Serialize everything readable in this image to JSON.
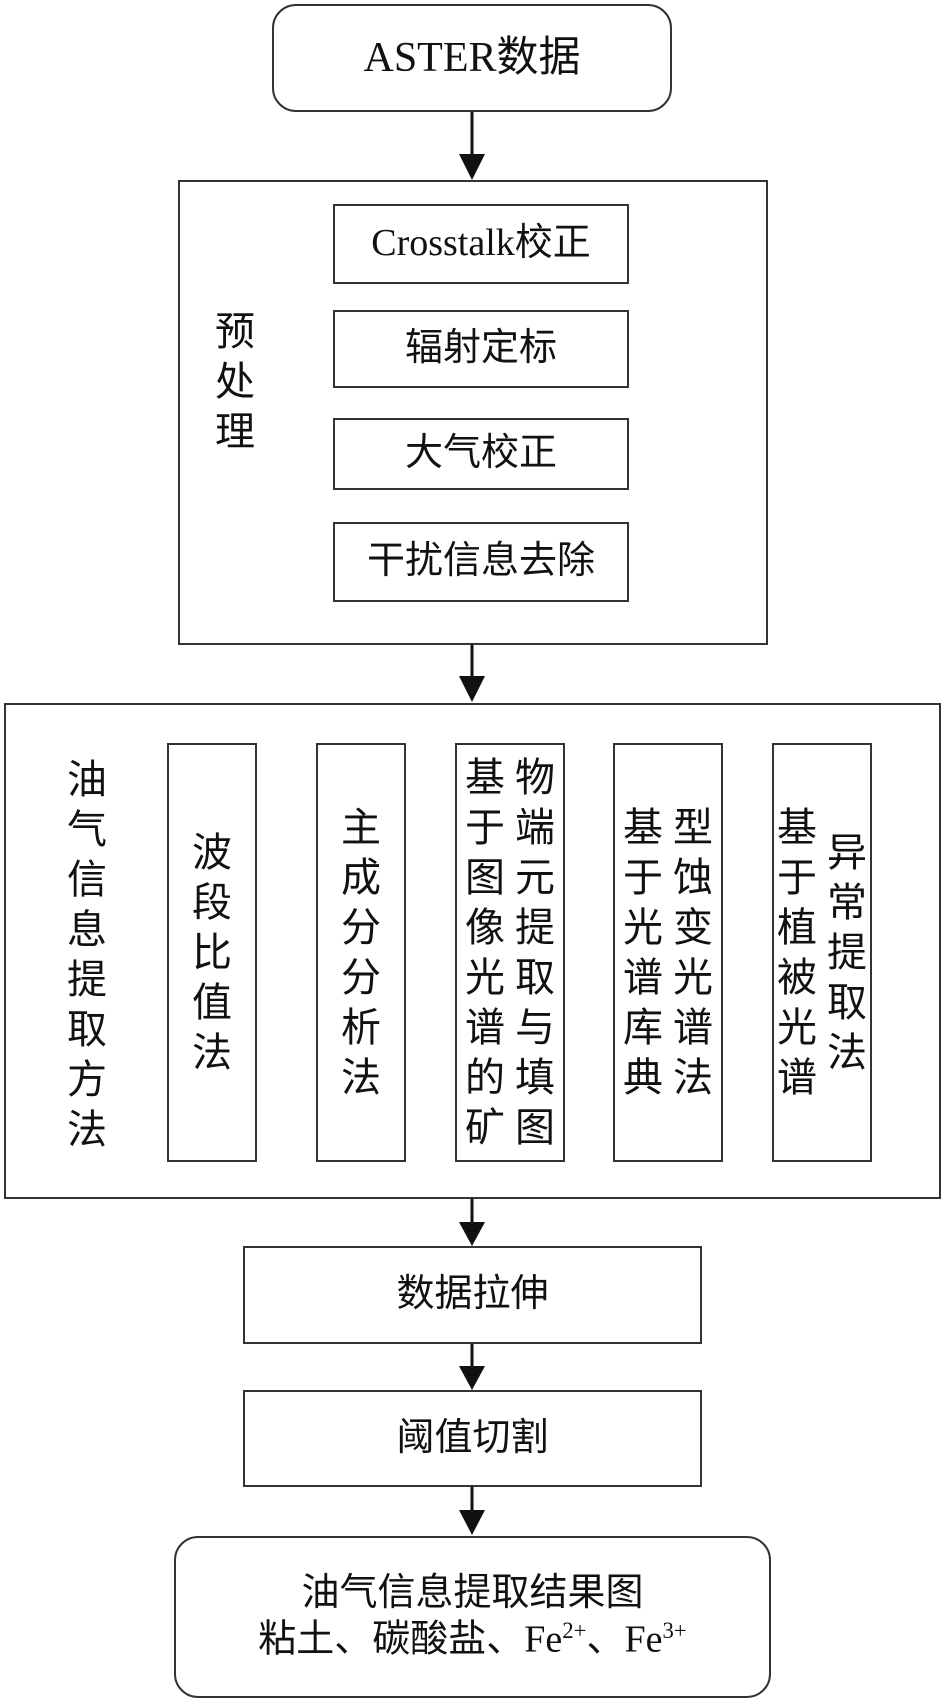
{
  "nodes": {
    "input": "ASTER数据",
    "preprocess": {
      "title": "预处理",
      "steps": [
        "Crosstalk校正",
        "辐射定标",
        "大气校正",
        "干扰信息去除"
      ]
    },
    "methods": {
      "title": "油气信息提取方法",
      "items": [
        {
          "label": "波段比值法"
        },
        {
          "label": "主成分分析法"
        },
        {
          "col1": "基于图像光谱的矿",
          "col2": "物端元提取与填图"
        },
        {
          "col1": "基于光谱库典",
          "col2": "型蚀变光谱法"
        },
        {
          "col1": "基于植被光谱",
          "col2": "异常提取法"
        }
      ]
    },
    "stretch": "数据拉伸",
    "threshold": "阈值切割",
    "result": {
      "line1": "油气信息提取结果图",
      "line2_prefix": "粘土、碳酸盐、Fe",
      "fe2_sup": "2+",
      "sep": "、Fe",
      "fe3_sup": "3+"
    }
  }
}
